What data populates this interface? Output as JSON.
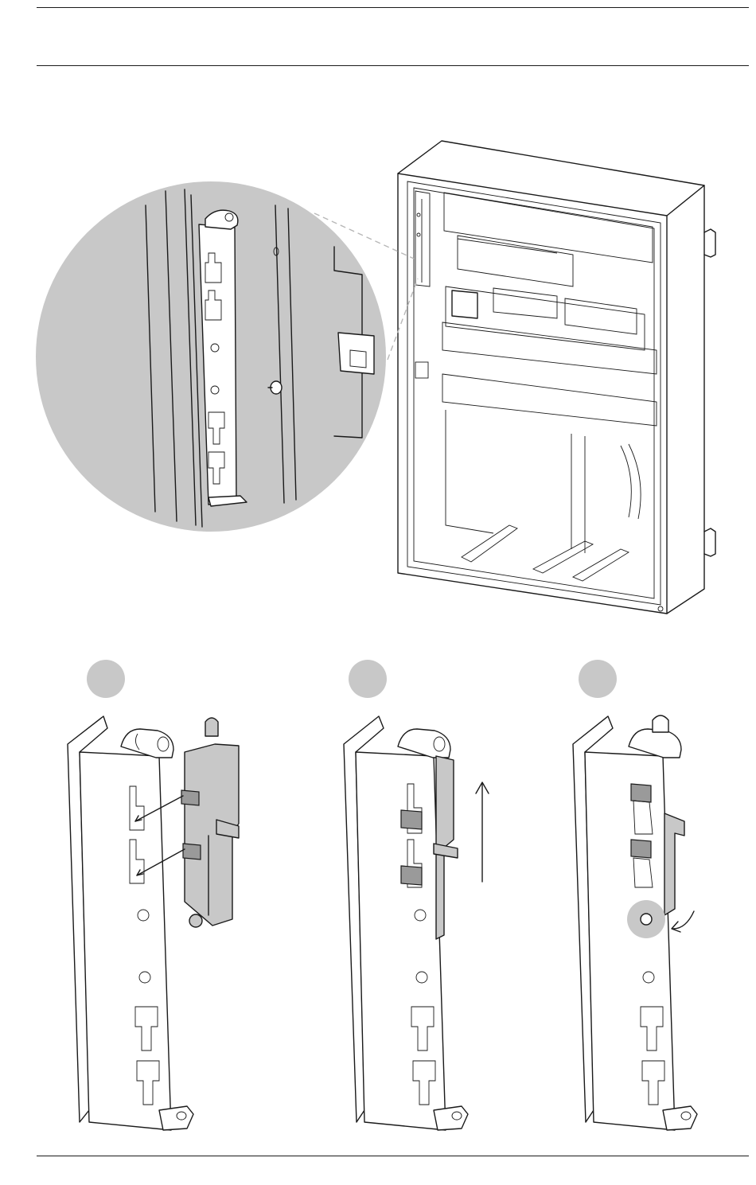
{
  "page": {
    "header_rules": 2,
    "footer_rules": 1
  },
  "colors": {
    "line": "#1a1a1a",
    "highlight_gray": "#c8c8c8",
    "background": "#ffffff"
  },
  "figures": {
    "overview": {
      "icon": "cabinet-overview-illustration",
      "detail": "magnified-rail-detail"
    },
    "steps": [
      {
        "icon": "rail-step-1-illustration",
        "badge": ""
      },
      {
        "icon": "rail-step-2-illustration",
        "badge": ""
      },
      {
        "icon": "rail-step-3-illustration",
        "badge": ""
      }
    ]
  }
}
